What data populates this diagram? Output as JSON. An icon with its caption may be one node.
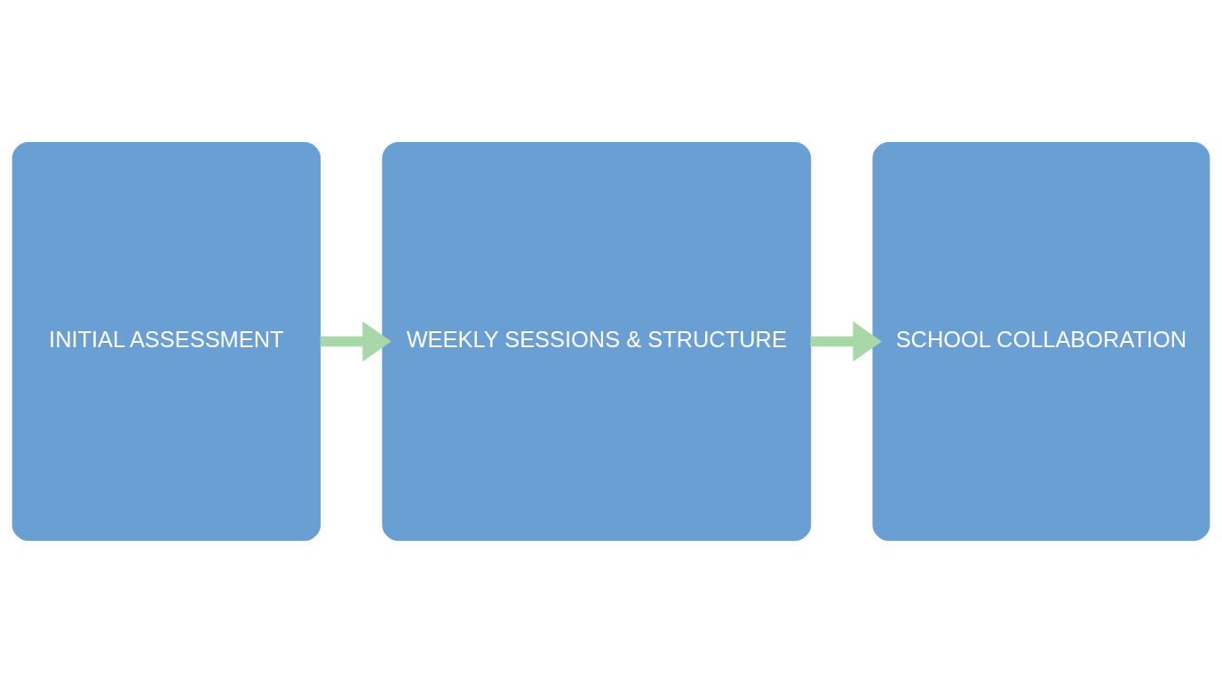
{
  "diagram": {
    "nodes": [
      {
        "text": [
          "INITIAL ASSESSMENT"
        ]
      },
      {
        "text": [
          "WEEKLY SESSIONS & STRUCTURE"
        ]
      },
      {
        "text": [
          "SCHOOL COLLABORATION"
        ]
      }
    ],
    "edges": [
      {
        "from": 0,
        "to": 1,
        "arrow": "to"
      },
      {
        "from": 1,
        "to": 2,
        "arrow": "to"
      }
    ]
  }
}
